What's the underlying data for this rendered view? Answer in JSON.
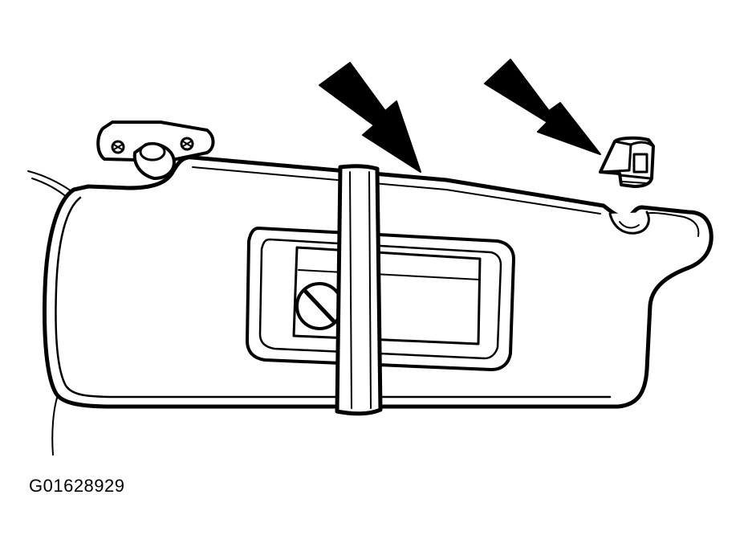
{
  "figure": {
    "code": "G01628929"
  },
  "colors": {
    "ink": "#000000",
    "paper": "#ffffff"
  },
  "parts": {
    "visor": "sun-visor",
    "mount": "visor-mount-bracket",
    "strap": "visor-retention-strap",
    "mirror": "vanity-mirror",
    "clip": "visor-retaining-clip",
    "arrows": [
      "arrow-to-visor-top-edge",
      "arrow-to-clip"
    ]
  }
}
